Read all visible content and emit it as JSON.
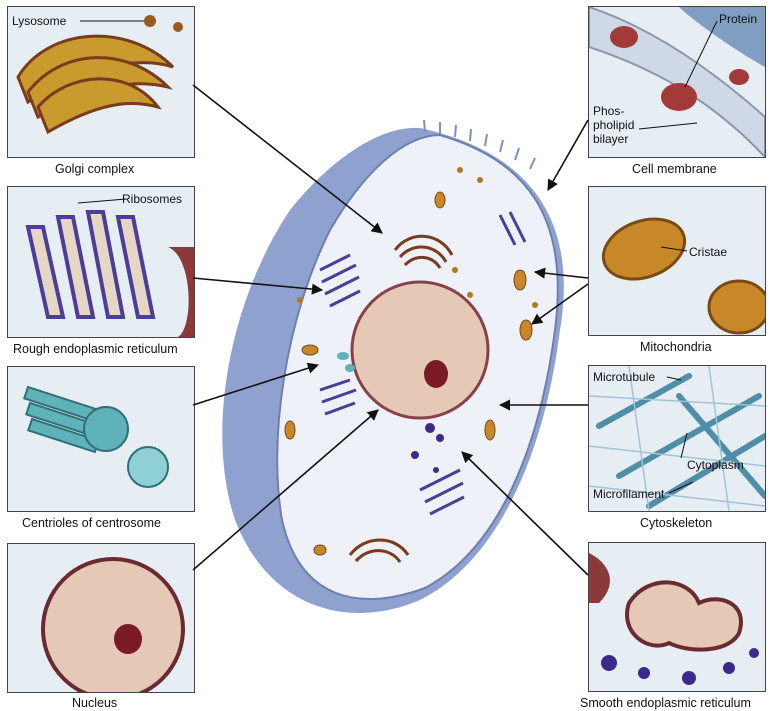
{
  "panels": {
    "golgi": {
      "caption": "Golgi complex",
      "labels": {
        "lysosome": "Lysosome"
      }
    },
    "rough_er": {
      "caption": "Rough endoplasmic reticulum",
      "labels": {
        "ribosomes": "Ribosomes"
      }
    },
    "centrioles": {
      "caption": "Centrioles of centrosome"
    },
    "nucleus": {
      "caption": "Nucleus"
    },
    "membrane": {
      "caption": "Cell membrane",
      "labels": {
        "protein": "Protein",
        "phos1": "Phos-",
        "phos2": "pholipid",
        "phos3": "bilayer"
      }
    },
    "mitochondria": {
      "caption": "Mitochondria",
      "labels": {
        "cristae": "Cristae"
      }
    },
    "cytoskeleton": {
      "caption": "Cytoskeleton",
      "labels": {
        "microtubule": "Microtubule",
        "cytoplasm": "Cytoplasm",
        "microfilament": "Microfilament"
      }
    },
    "smooth_er": {
      "caption": "Smooth endoplasmic reticulum"
    }
  },
  "colors": {
    "panel_bg": "#e6edf3",
    "cell_blue": "#8fa2cf",
    "cell_interior": "#eef1f7",
    "nucleus_pink": "#e6c8b6",
    "nucleolus": "#7a1a24",
    "golgi_brown": "#7a3a1c",
    "golgi_gold": "#c99a2e",
    "rer_purple": "#4b3d9a",
    "centriole_teal": "#5fb2b8",
    "mito_orange": "#c8882a",
    "membrane_red": "#a23a3a",
    "ser_purple": "#3b2a8c"
  }
}
